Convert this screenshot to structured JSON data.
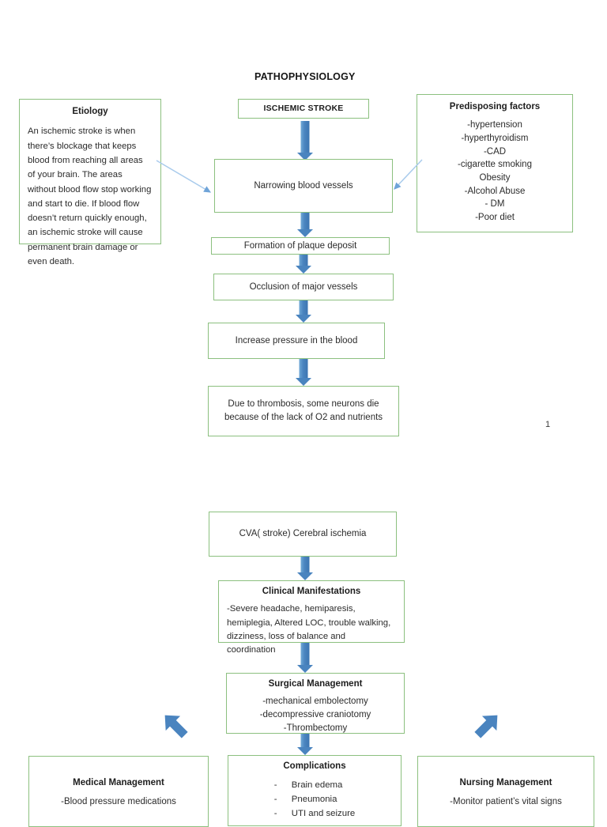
{
  "page": {
    "heading": "PATHOPHYSIOLOGY",
    "page_number": "1",
    "colors": {
      "box_border_green": "#8CC07F",
      "arrow_blue": "#4A84BF",
      "thin_arrow_blue": "#7FAEDC",
      "text": "#2B2B2B",
      "background": "#FFFFFF"
    }
  },
  "top_section": {
    "etiology": {
      "title": "Etiology",
      "body": "An ischemic stroke is when there’s blockage that keeps blood from reaching all areas of your brain. The areas without blood flow stop working and start to die. If blood flow doesn’t return quickly enough, an ischemic stroke will cause permanent brain damage or even death."
    },
    "predisposing": {
      "title": "Predisposing factors",
      "items": [
        "-hypertension",
        "-hyperthyroidism",
        "-CAD",
        "-cigarette smoking",
        "Obesity",
        "-Alcohol Abuse",
        "- DM",
        "-Poor diet"
      ]
    },
    "chain": [
      {
        "label": "ISCHEMIC STROKE",
        "bold": true
      },
      {
        "label": "Narrowing blood vessels",
        "bold": false
      },
      {
        "label": "Formation of plaque deposit",
        "bold": false
      },
      {
        "label": "Occlusion of major vessels",
        "bold": false
      },
      {
        "label": "Increase pressure in the blood",
        "bold": false
      },
      {
        "label": "Due to thrombosis, some neurons die because of the lack of   O2 and nutrients",
        "bold": false
      }
    ]
  },
  "bottom_section": {
    "cva": {
      "label": "CVA( stroke) Cerebral ischemia"
    },
    "clinical_manifestations": {
      "title": "Clinical Manifestations",
      "body": "-Severe headache, hemiparesis, hemiplegia, Altered LOC, trouble walking, dizziness, loss of balance and coordination"
    },
    "surgical_management": {
      "title": "Surgical Management",
      "items": [
        "-mechanical embolectomy",
        "-decompressive craniotomy",
        "-Thrombectomy"
      ]
    },
    "medical_management": {
      "title": "Medical Management",
      "items": [
        "-Blood pressure medications"
      ]
    },
    "complications": {
      "title": "Complications",
      "items": [
        "Brain edema",
        "Pneumonia",
        "UTI and seizure"
      ],
      "bullet": "-"
    },
    "nursing_management": {
      "title": "Nursing Management",
      "items": [
        "-Monitor patient’s vital signs"
      ]
    }
  }
}
